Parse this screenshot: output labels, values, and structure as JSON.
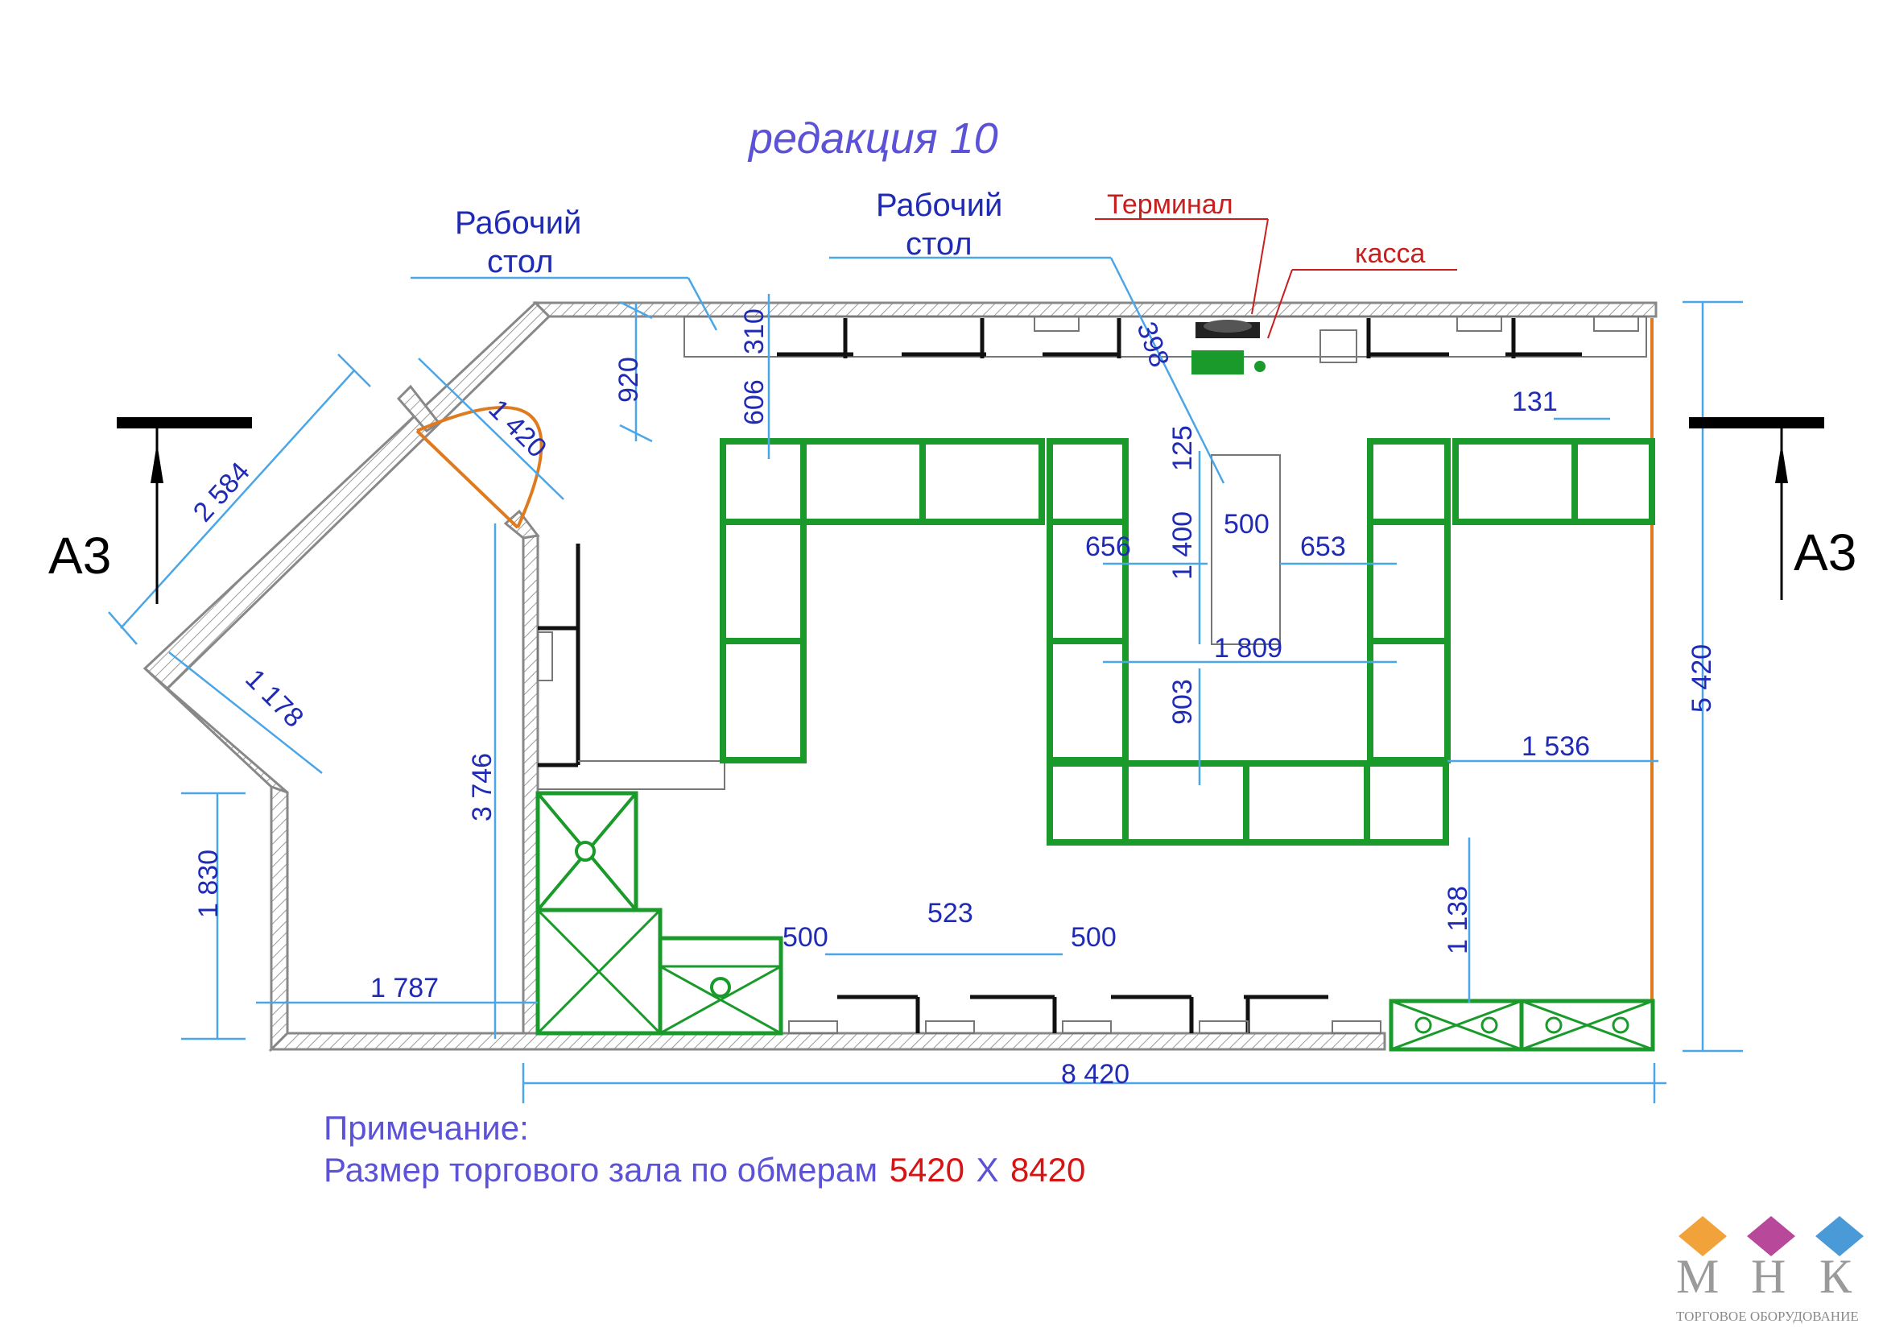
{
  "title": "редакция 10",
  "labels": {
    "work_table_left_1": "Рабочий",
    "work_table_left_2": "стол",
    "work_table_right_1": "Рабочий",
    "work_table_right_2": "стол",
    "terminal": "Терминал",
    "cashier": "касса",
    "section_left": "А3",
    "section_right": "А3"
  },
  "dimensions": {
    "d2584": "2 584",
    "d1420": "1 420",
    "d920": "920",
    "d310": "310",
    "d606": "606",
    "d398": "398",
    "d125": "125",
    "d131": "131",
    "d500a": "500",
    "d656": "656",
    "d1400": "1 400",
    "d653": "653",
    "d1809": "1 809",
    "d903": "903",
    "d5420": "5 420",
    "d1536": "1 536",
    "d1178": "1 178",
    "d3746": "3 746",
    "d1830": "1 830",
    "d1787": "1 787",
    "d500b": "500",
    "d523": "523",
    "d500c": "500",
    "d1138": "1 138",
    "d8420": "8 420"
  },
  "note": {
    "heading": "Примечание:",
    "text": "Размер торгового зала по обмерам",
    "width": "5420",
    "x": "X",
    "length": "8420"
  },
  "logo": {
    "letter1": "М",
    "letter2": "Н",
    "letter3": "К",
    "caption": "ТОРГОВОЕ ОБОРУДОВАНИЕ",
    "colors": [
      "#f2a23a",
      "#b8489a",
      "#4a9ad8"
    ]
  },
  "colors": {
    "shelving": "#1a9a2a",
    "dimension_lines": "#4aa6e6",
    "door": "#e07a1f",
    "text": "#1f2bb4"
  }
}
